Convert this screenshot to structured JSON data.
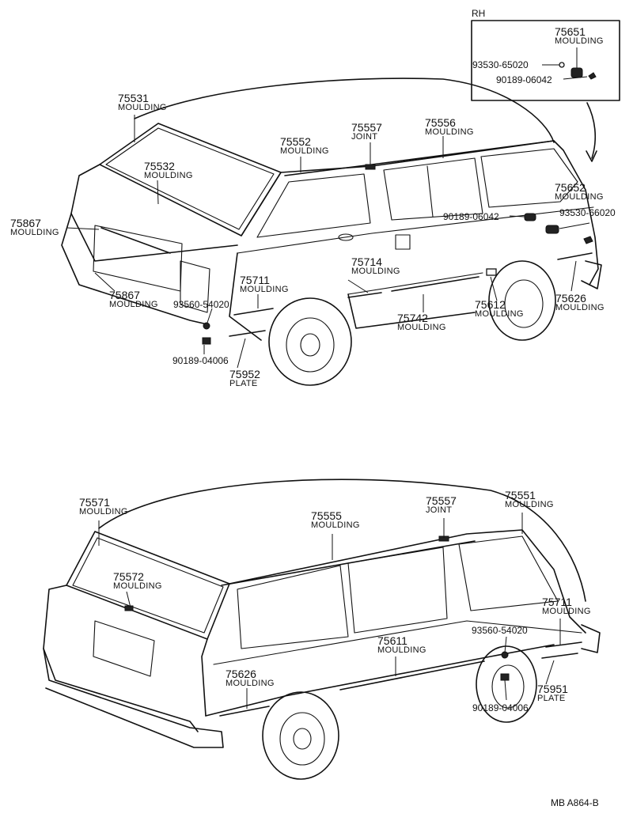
{
  "rh_label": "RH",
  "reference": "MB  A864-B",
  "top_view": {
    "callouts": [
      {
        "id": "c75651",
        "number": "75651",
        "name": "MOULDING"
      },
      {
        "id": "c93530a",
        "number": "93530-65020",
        "name": ""
      },
      {
        "id": "c90189a",
        "number": "90189-06042",
        "name": ""
      },
      {
        "id": "c75531",
        "number": "75531",
        "name": "MOULDING"
      },
      {
        "id": "c75532",
        "number": "75532",
        "name": "MOULDING"
      },
      {
        "id": "c75552",
        "number": "75552",
        "name": "MOULDING"
      },
      {
        "id": "c75557a",
        "number": "75557",
        "name": "JOINT"
      },
      {
        "id": "c75556",
        "number": "75556",
        "name": "MOULDING"
      },
      {
        "id": "c75652",
        "number": "75652",
        "name": "MOULDING"
      },
      {
        "id": "c90189b",
        "number": "90189-06042",
        "name": ""
      },
      {
        "id": "c93530b",
        "number": "93530-66020",
        "name": ""
      },
      {
        "id": "c75867a",
        "number": "75867",
        "name": "MOULDING"
      },
      {
        "id": "c75714",
        "number": "75714",
        "name": "MOULDING"
      },
      {
        "id": "c75711a",
        "number": "75711",
        "name": "MOULDING"
      },
      {
        "id": "c75867b",
        "number": "75867",
        "name": "MOULDING"
      },
      {
        "id": "c93560a",
        "number": "93560-54020",
        "name": ""
      },
      {
        "id": "c75612",
        "number": "75612",
        "name": "MOULDING"
      },
      {
        "id": "c75626a",
        "number": "75626",
        "name": "MOULDING"
      },
      {
        "id": "c75742",
        "number": "75742",
        "name": "MOULDING"
      },
      {
        "id": "c90189c",
        "number": "90189-04006",
        "name": ""
      },
      {
        "id": "c75952",
        "number": "75952",
        "name": "PLATE"
      }
    ]
  },
  "bottom_view": {
    "callouts": [
      {
        "id": "c75571",
        "number": "75571",
        "name": "MOULDING"
      },
      {
        "id": "c75555",
        "number": "75555",
        "name": "MOULDING"
      },
      {
        "id": "c75557b",
        "number": "75557",
        "name": "JOINT"
      },
      {
        "id": "c75551",
        "number": "75551",
        "name": "MOULDING"
      },
      {
        "id": "c75572",
        "number": "75572",
        "name": "MOULDING"
      },
      {
        "id": "c75711b",
        "number": "75711",
        "name": "MOULDING"
      },
      {
        "id": "c93560b",
        "number": "93560-54020",
        "name": ""
      },
      {
        "id": "c75611",
        "number": "75611",
        "name": "MOULDING"
      },
      {
        "id": "c75626b",
        "number": "75626",
        "name": "MOULDING"
      },
      {
        "id": "c75951",
        "number": "75951",
        "name": "PLATE"
      },
      {
        "id": "c90189d",
        "number": "90189-04006",
        "name": ""
      }
    ]
  }
}
